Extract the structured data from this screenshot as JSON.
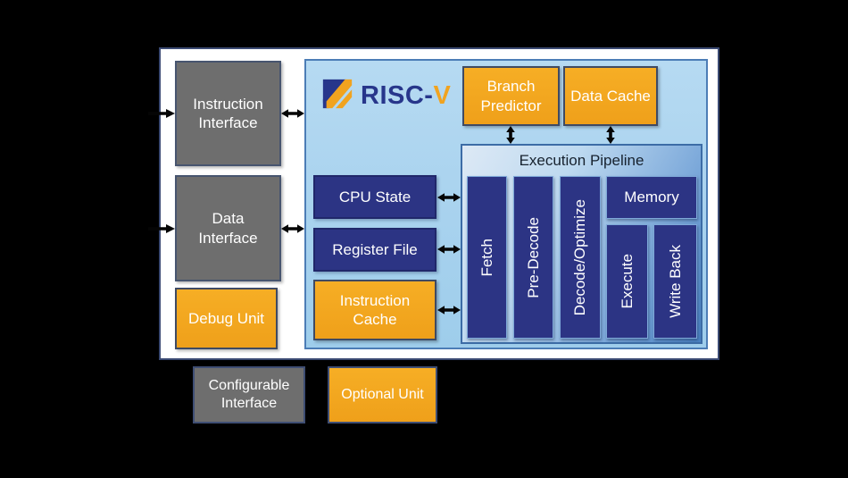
{
  "logo": {
    "risc": "RISC",
    "sep": "-",
    "v": "V"
  },
  "blocks": {
    "instruction_interface": "Instruction Interface",
    "data_interface": "Data Interface",
    "debug_unit": "Debug Unit",
    "branch_predictor": "Branch Predictor",
    "data_cache": "Data Cache",
    "cpu_state": "CPU State",
    "register_file": "Register File",
    "instruction_cache": "Instruction Cache"
  },
  "pipeline": {
    "title": "Execution Pipeline",
    "stages": {
      "fetch": "Fetch",
      "pre_decode": "Pre-Decode",
      "decode_optimize": "Decode/Optimize",
      "memory": "Memory",
      "execute": "Execute",
      "write_back": "Write Back"
    }
  },
  "legend": {
    "configurable_interface": "Configurable Interface",
    "optional_unit": "Optional Unit"
  },
  "colors": {
    "orange": "#F3A71E",
    "navy": "#2C3484",
    "gray": "#6E6E6E",
    "panel_blue": "#AAD3EE",
    "pipeline_blue": "#4A82C2",
    "background": "#000000"
  }
}
